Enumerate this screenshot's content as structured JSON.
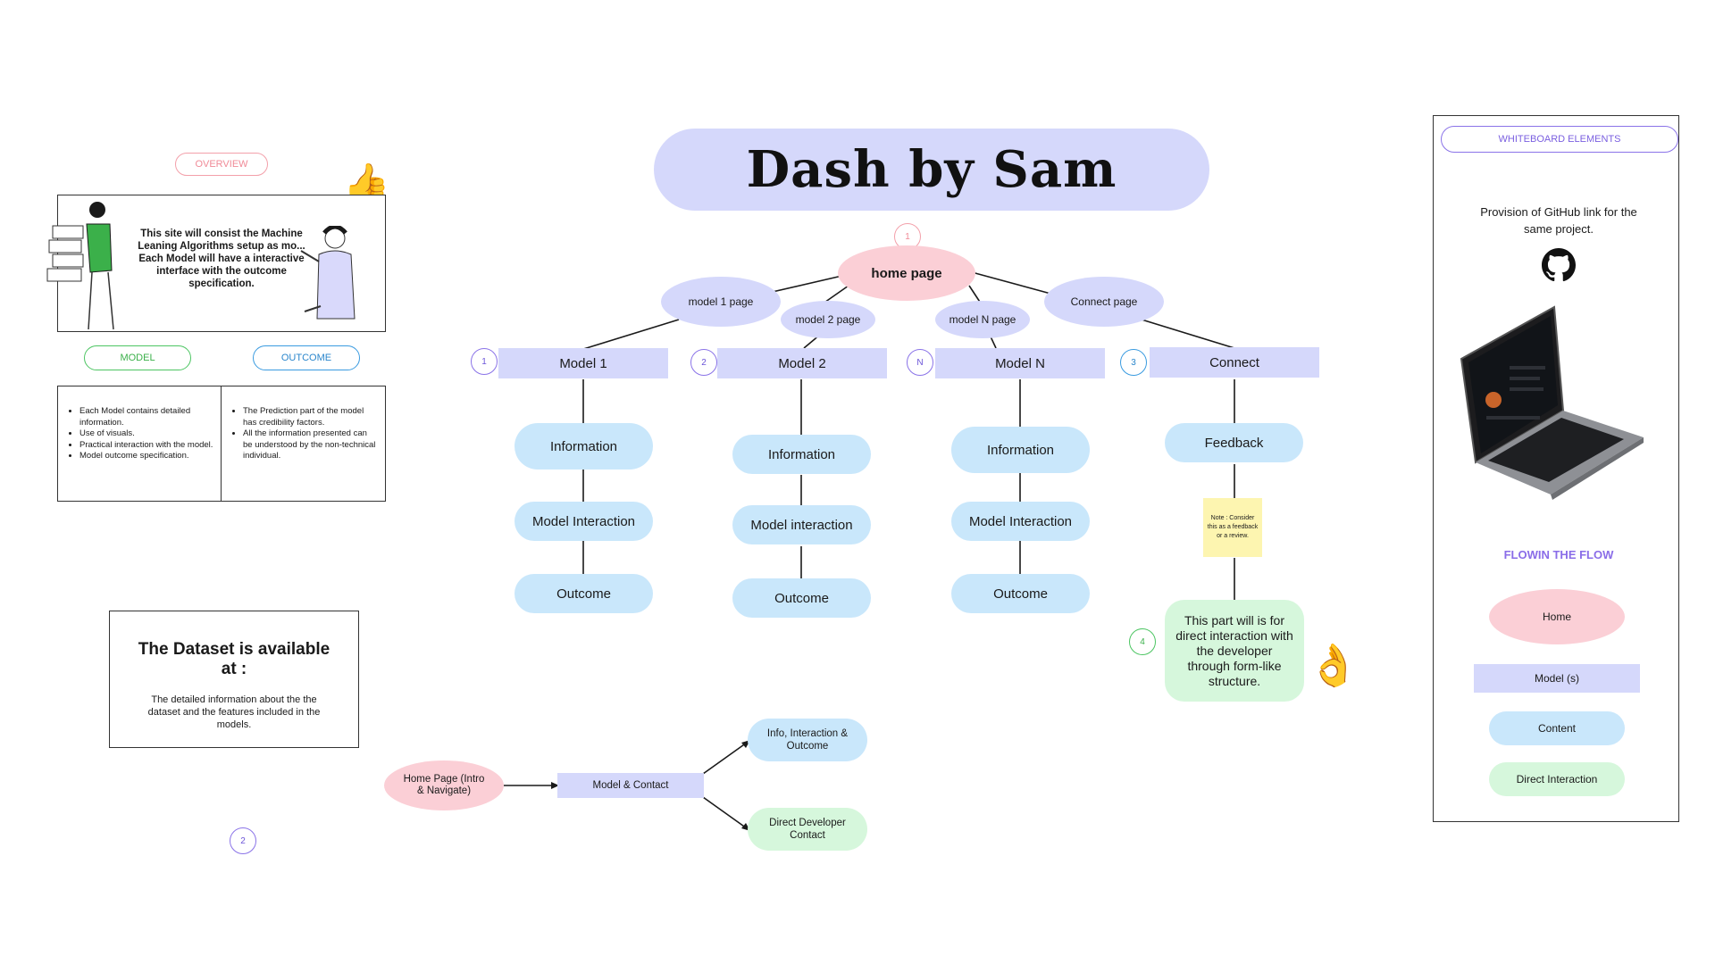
{
  "title": "Dash by Sam",
  "overview": {
    "tag": "OVERVIEW",
    "text": "This site will consist the Machine Leaning Algorithms setup as mo... Each Model will have a interactive interface with the outcome specification.",
    "model_tag": "MODEL",
    "outcome_tag": "OUTCOME",
    "model_points": [
      "Each Model contains detailed information.",
      "Use of visuals.",
      "Practical interaction with the model.",
      "Model outcome specification."
    ],
    "outcome_points": [
      "The Prediction part of the model has credibility factors.",
      "All the information presented can be understood by the non-technical individual."
    ]
  },
  "dataset": {
    "heading": "The Dataset is available at :",
    "text": "The detailed information about the the dataset and the features included in the models.",
    "badge": "2"
  },
  "tree": {
    "home_badge": "1",
    "home": "home page",
    "pages": [
      "model 1 page",
      "model 2 page",
      "model N page",
      "Connect page"
    ],
    "columns": [
      {
        "badge": "1",
        "header": "Model 1",
        "items": [
          "Information",
          "Model Interaction",
          "Outcome"
        ]
      },
      {
        "badge": "2",
        "header": "Model 2",
        "items": [
          "Information",
          "Model interaction",
          "Outcome"
        ]
      },
      {
        "badge": "N",
        "header": "Model N",
        "items": [
          "Information",
          "Model Interaction",
          "Outcome"
        ]
      },
      {
        "badge": "3",
        "header": "Connect",
        "items": [
          "Feedback"
        ]
      }
    ],
    "note": "Note : Consider this as a feedback or a review.",
    "connect_badge": "4",
    "connect_text": "This part will is for direct interaction with the developer through form-like structure."
  },
  "flow": {
    "home": "Home Page (Intro & Navigate)",
    "middle": "Model & Contact",
    "top": "Info, Interaction & Outcome",
    "bottom": "Direct Developer Contact"
  },
  "legend": {
    "header": "WHITEBOARD ELEMENTS",
    "github_text": "Provision of GitHub link for the same project.",
    "flow_title": "FLOWIN THE FLOW",
    "items": [
      "Home",
      "Model (s)",
      "Content",
      "Direct Interaction"
    ]
  },
  "icons": [
    "thumbs-up-icon",
    "ok-hand-icon",
    "github-icon",
    "laptop-icon"
  ],
  "colors": {
    "blue": "#c9e7fb",
    "lavender": "#d5d8fb",
    "pink": "#fbcfd6",
    "green": "#d6f7dc",
    "note": "#fdf5b0"
  }
}
